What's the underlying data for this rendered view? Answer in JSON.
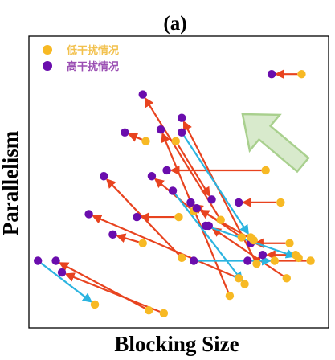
{
  "chart_data": {
    "type": "scatter",
    "title": "(a)",
    "xlabel": "Blocking Size",
    "ylabel": "Parallelism",
    "xlim": [
      0,
      100
    ],
    "ylim": [
      0,
      100
    ],
    "grid": false,
    "legend_position": "top-left",
    "big_arrow": {
      "direction": "up-left",
      "color": "#a9d08e"
    },
    "colors": {
      "low": "#f7b924",
      "high": "#6a0dad",
      "arrow_to_high": "#e8431f",
      "arrow_to_low": "#2bb4e0"
    },
    "series": [
      {
        "name": "低干扰情况",
        "color": "#f7b924",
        "legend_text_color": "#f2c14e"
      },
      {
        "name": "高干扰情况",
        "color": "#6a0dad",
        "legend_text_color": "#9b4fb3"
      }
    ],
    "pairs": [
      {
        "low": [
          91,
          87
        ],
        "high": [
          81,
          87
        ]
      },
      {
        "low": [
          49,
          64
        ],
        "high": [
          61,
          44
        ]
      },
      {
        "low": [
          79,
          54
        ],
        "high": [
          46,
          54
        ]
      },
      {
        "low": [
          50,
          38
        ],
        "high": [
          36,
          38
        ]
      },
      {
        "low": [
          39,
          64
        ],
        "high": [
          32,
          67
        ]
      },
      {
        "low": [
          76,
          22
        ],
        "high": [
          51,
          72
        ]
      },
      {
        "low": [
          64,
          37
        ],
        "high": [
          38,
          80
        ]
      },
      {
        "low": [
          55,
          40
        ],
        "high": [
          41,
          52
        ]
      },
      {
        "low": [
          51,
          24
        ],
        "high": [
          25,
          52
        ]
      },
      {
        "low": [
          67,
          11
        ],
        "high": [
          44,
          68
        ]
      },
      {
        "low": [
          84,
          43
        ],
        "high": [
          70,
          43
        ]
      },
      {
        "low": [
          87,
          29
        ],
        "high": [
          74,
          29
        ]
      },
      {
        "low": [
          89,
          25
        ],
        "high": [
          78,
          25
        ]
      },
      {
        "low": [
          71,
          31
        ],
        "high": [
          54,
          43
        ]
      },
      {
        "low": [
          75,
          30
        ],
        "high": [
          56,
          41
        ]
      },
      {
        "low": [
          86,
          17
        ],
        "high": [
          60,
          35
        ]
      },
      {
        "low": [
          94,
          23
        ],
        "high": [
          73,
          23
        ]
      },
      {
        "low": [
          70,
          17
        ],
        "high": [
          20,
          39
        ]
      },
      {
        "low": [
          38,
          29
        ],
        "high": [
          28,
          32
        ]
      },
      {
        "low": [
          40,
          6
        ],
        "high": [
          9,
          23
        ]
      },
      {
        "low": [
          45,
          5
        ],
        "high": [
          11,
          19
        ]
      }
    ],
    "pairs_to_low": [
      {
        "high": [
          51,
          67
        ],
        "low": [
          74,
          31
        ]
      },
      {
        "high": [
          48,
          47
        ],
        "low": [
          72,
          15
        ]
      },
      {
        "high": [
          59,
          35
        ],
        "low": [
          90,
          24
        ]
      },
      {
        "high": [
          3,
          23
        ],
        "low": [
          22,
          8
        ]
      },
      {
        "high": [
          55,
          23
        ],
        "low": [
          82,
          23
        ]
      }
    ]
  }
}
